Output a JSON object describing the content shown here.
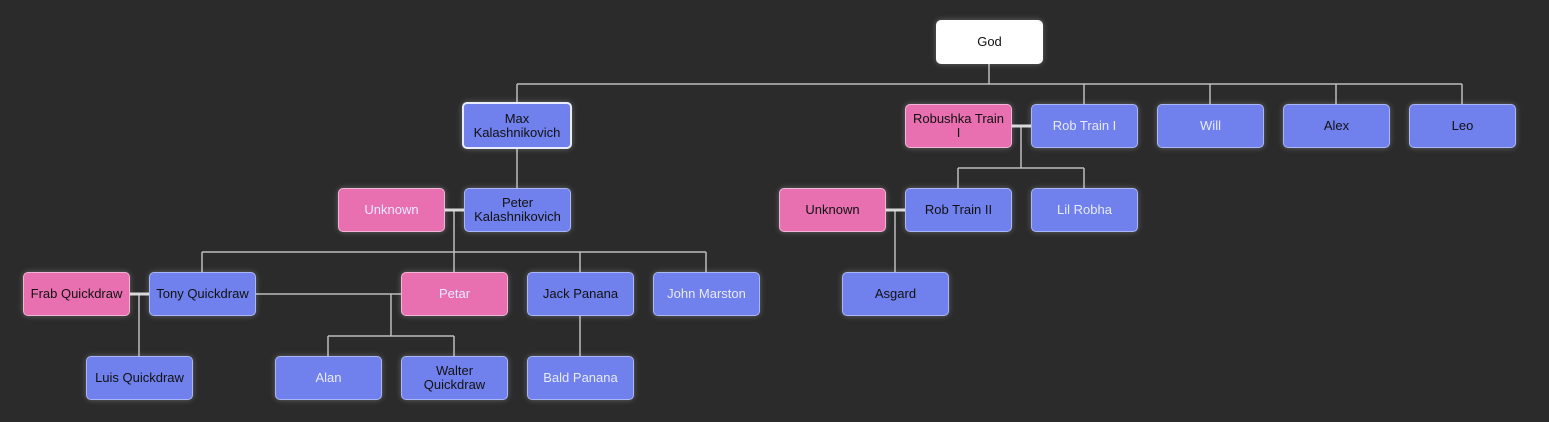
{
  "diagram": {
    "colors": {
      "background": "#2b2b2b",
      "connector": "#c8c8c8",
      "male": "#7080ec",
      "female": "#e86fb0",
      "root": "#ffffff"
    },
    "nodes": {
      "god": {
        "label": "God",
        "kind": "root"
      },
      "max": {
        "label": "Max Kalashnikovich",
        "kind": "male",
        "selected": true
      },
      "robushka": {
        "label": "Robushka Train I",
        "kind": "female"
      },
      "rob1": {
        "label": "Rob Train I",
        "kind": "male"
      },
      "will": {
        "label": "Will",
        "kind": "male"
      },
      "alex": {
        "label": "Alex",
        "kind": "male"
      },
      "leo": {
        "label": "Leo",
        "kind": "male"
      },
      "unknown_peter_spouse": {
        "label": "Unknown",
        "kind": "female"
      },
      "peter": {
        "label": "Peter Kalashnikovich",
        "kind": "male"
      },
      "unknown_rob2_spouse": {
        "label": "Unknown",
        "kind": "female"
      },
      "rob2": {
        "label": "Rob Train II",
        "kind": "male"
      },
      "lilrobha": {
        "label": "Lil Robha",
        "kind": "male"
      },
      "frab": {
        "label": "Frab Quickdraw",
        "kind": "female"
      },
      "tony": {
        "label": "Tony Quickdraw",
        "kind": "male"
      },
      "petar": {
        "label": "Petar",
        "kind": "female"
      },
      "jack": {
        "label": "Jack Panana",
        "kind": "male"
      },
      "john": {
        "label": "John Marston",
        "kind": "male"
      },
      "asgard": {
        "label": "Asgard",
        "kind": "male"
      },
      "luis": {
        "label": "Luis Quickdraw",
        "kind": "male"
      },
      "alan": {
        "label": "Alan",
        "kind": "male"
      },
      "walter": {
        "label": "Walter Quickdraw",
        "kind": "male"
      },
      "bald": {
        "label": "Bald Panana",
        "kind": "male"
      }
    }
  }
}
